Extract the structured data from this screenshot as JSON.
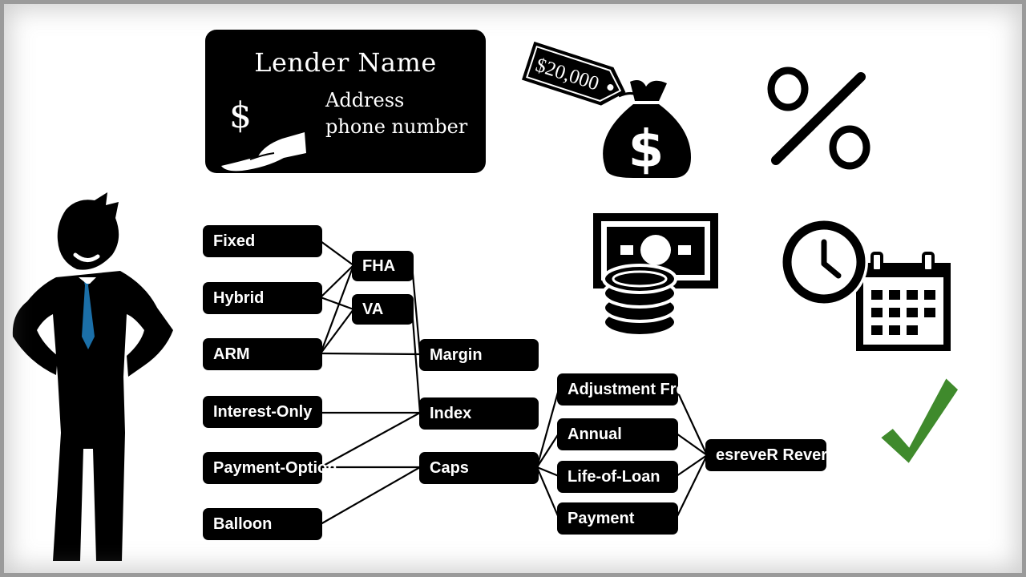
{
  "lender_card": {
    "name": "Lender Name",
    "address": "Address",
    "phone": "phone number"
  },
  "price_tag": "$20,000",
  "diagram": {
    "loan_types": [
      "Fixed",
      "Hybrid",
      "ARM",
      "Interest-Only",
      "Payment-Option",
      "Balloon"
    ],
    "programs": [
      "FHA",
      "VA"
    ],
    "components": [
      "Margin",
      "Index",
      "Caps"
    ],
    "cap_types": [
      "Adjustment Freq",
      "Annual",
      "Life-of-Loan",
      "Payment"
    ],
    "result": "esreveR Reverse"
  },
  "icons": [
    "money-bag-icon",
    "percent-icon",
    "cash-coins-icon",
    "clock-calendar-icon",
    "checkmark-icon",
    "businessman-figure"
  ],
  "colors": {
    "background": "#ffffff",
    "box": "#000000",
    "tie": "#1b6fa8",
    "check": "#3f8a2c"
  }
}
